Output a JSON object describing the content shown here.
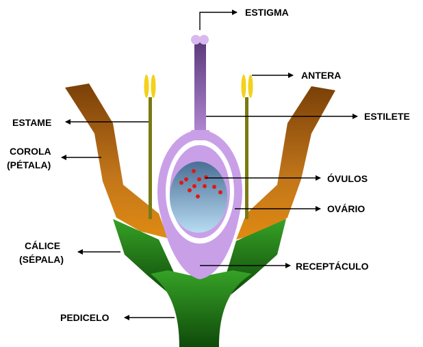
{
  "labels": {
    "estigma": "ESTIGMA",
    "antera": "ANTERA",
    "estame": "ESTAME",
    "estilete": "ESTILETE",
    "corola_line1": "COROLA",
    "corola_line2": "(PÉTALA)",
    "ovulos": "ÓVULOS",
    "ovario": "OVÁRIO",
    "calice_line1": "CÁLICE",
    "calice_line2": "(SÉPALA)",
    "receptaculo": "RECEPTÁCULO",
    "pedicelo": "PEDICELO"
  },
  "colors": {
    "pistil": "#c9a0e8",
    "ovary_interior": "#7fb0d6",
    "ovule": "#e01818",
    "petal": "#b86a10",
    "sepal": "#2e8a1e",
    "filament": "#7a7a14",
    "anther": "#f2d21a",
    "style_stem": "#6e3f86",
    "arrow": "#000000"
  }
}
